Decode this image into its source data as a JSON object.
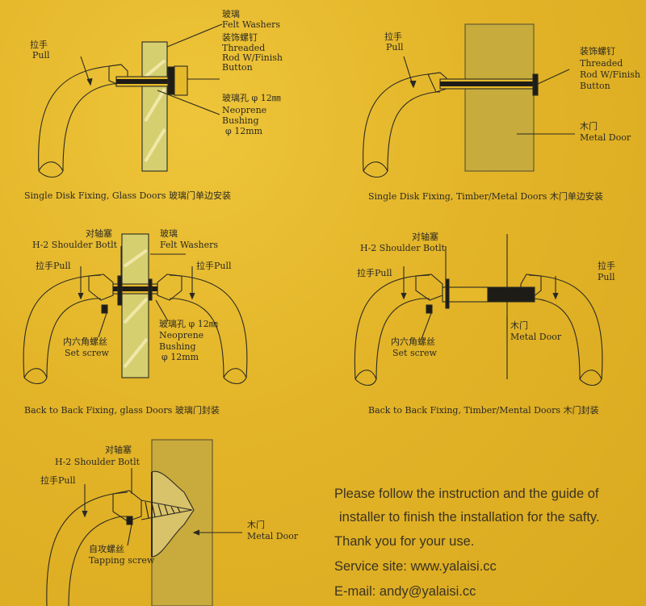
{
  "colors": {
    "background": "#e6b92a",
    "ink": "#2b2a22",
    "glass": "#d8cf6e",
    "door": "#c9ad3c"
  },
  "diagrams": [
    {
      "caption": "Single Disk Fixing, Glass Doors 玻璃门单边安装",
      "labels": {
        "glass_cn": "玻璃",
        "felt": "Felt Washers",
        "rod_cn": "装饰螺钉",
        "rod1": "Threaded",
        "rod2": "Rod W/Finish",
        "rod3": "Button",
        "pull_cn": "拉手",
        "pull": "Pull",
        "hole": "玻璃孔 φ 12㎜",
        "neo": "Neoprene",
        "bush": "Bushing",
        "dia": "φ 12mm"
      }
    },
    {
      "caption": "Single Disk Fixing, Timber/Metal Doors 木门单边安装",
      "labels": {
        "pull_cn": "拉手",
        "pull": "Pull",
        "rod_cn": "装饰螺钉",
        "rod1": "Threaded",
        "rod2": "Rod W/Finish",
        "rod3": "Button",
        "door_cn": "木门",
        "door": "Metal Door"
      }
    },
    {
      "caption": "Back to Back Fixing, glass Doors 玻璃门封装",
      "labels": {
        "shoulder_cn": "对轴塞",
        "shoulder": "H-2 Shoulder Botlt",
        "glass_cn": "玻璃",
        "felt": "Felt Washers",
        "pull_left": "拉手Pull",
        "pull_right": "拉手Pull",
        "set_cn": "内六角螺丝",
        "set": "Set screw",
        "hole": "玻璃孔 φ 12㎜",
        "neo": "Neoprene",
        "bush": "Bushing",
        "dia": "φ 12mm"
      }
    },
    {
      "caption": "Back to Back Fixing, Timber/Mental Doors 木门封装",
      "labels": {
        "shoulder_cn": "对轴塞",
        "shoulder": "H-2 Shoulder Botlt",
        "pull_left": "拉手Pull",
        "pull_cn": "拉手",
        "pull": "Pull",
        "set_cn": "内六角螺丝",
        "set": "Set screw",
        "door_cn": "木门",
        "door": "Metal Door"
      }
    },
    {
      "caption": "",
      "labels": {
        "shoulder_cn": "对轴塞",
        "shoulder": "H-2 Shoulder Botlt",
        "pull": "拉手Pull",
        "tap_cn": "自攻螺丝",
        "tap": "Tapping screw",
        "door_cn": "木门",
        "door": "Metal Door"
      }
    }
  ],
  "notes": [
    "Please follow the instruction and the guide of",
    "installer to finish the installation for the safty.",
    "Thank you for your use.",
    "Service site: www.yalaisi.cc",
    "E-mail: andy@yalaisi.cc"
  ]
}
